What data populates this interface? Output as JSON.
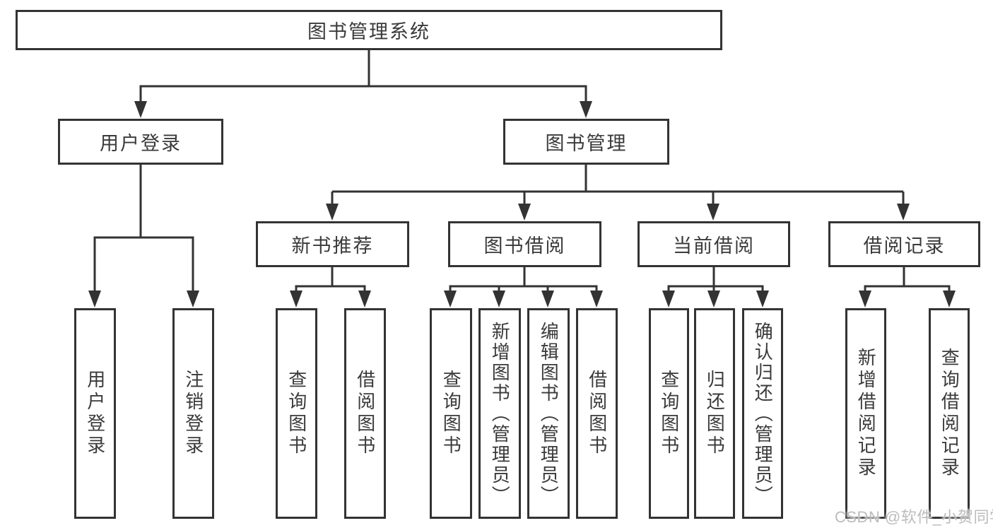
{
  "diagram": {
    "title": "图书管理系统",
    "user_branch": {
      "label": "用户登录",
      "children": [
        "用户登录",
        "注销登录"
      ]
    },
    "mgmt_branch": {
      "label": "图书管理",
      "sections": [
        {
          "label": "新书推荐",
          "children": [
            "查询图书",
            "借阅图书"
          ]
        },
        {
          "label": "图书借阅",
          "children": [
            "查询图书",
            "新增图书（管理员）",
            "编辑图书（管理员）",
            "借阅图书"
          ]
        },
        {
          "label": "当前借阅",
          "children": [
            "查询图书",
            "归还图书",
            "确认归还（管理员）"
          ]
        },
        {
          "label": "借阅记录",
          "children": [
            "新增借阅记录",
            "查询借阅记录"
          ]
        }
      ]
    }
  },
  "watermark": "CSDN @软件_小贺同学",
  "colors": {
    "line": "#333333",
    "text": "#3a3a3a",
    "watermark": "#bcbcbc",
    "background": "#ffffff"
  }
}
